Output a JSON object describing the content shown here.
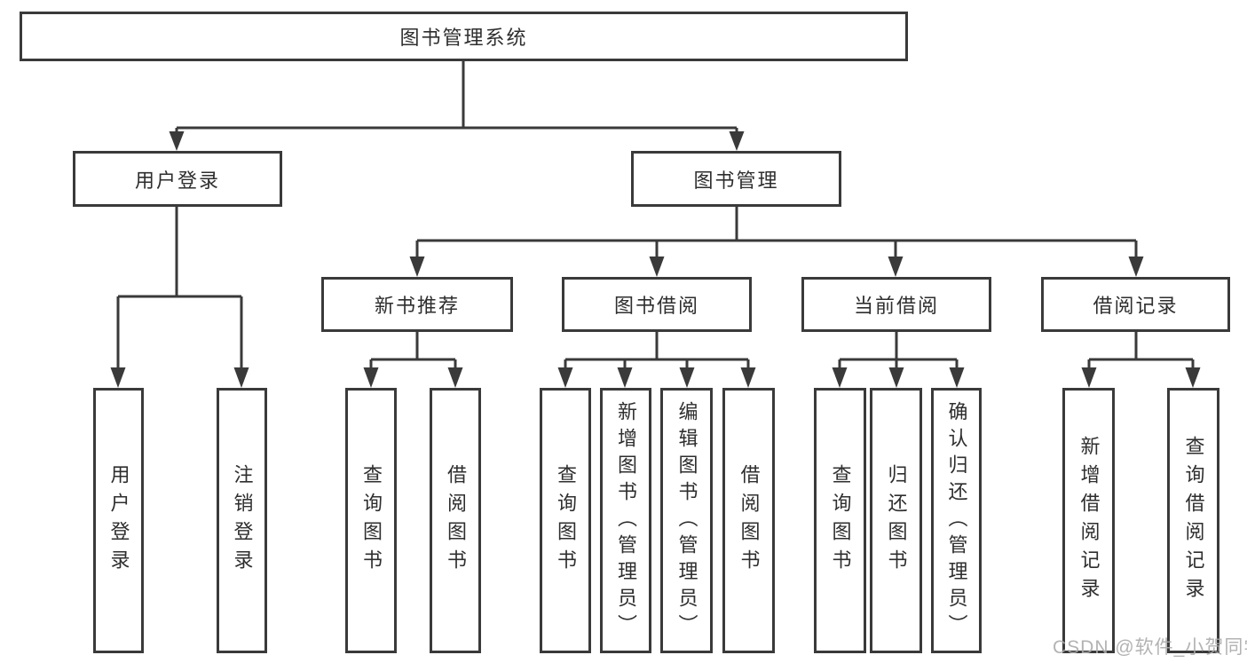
{
  "nodes": {
    "root": "图书管理系统",
    "user_login": "用户登录",
    "book_mgmt": "图书管理",
    "new_book_rec": "新书推荐",
    "book_borrow": "图书借阅",
    "current_borrow": "当前借阅",
    "borrow_records": "借阅记录",
    "ul_user_login": "用户登录",
    "ul_logout": "注销登录",
    "nb_query_book": "查询图书",
    "nb_borrow_book": "借阅图书",
    "bb_query_book": "查询图书",
    "bb_add_book": "新增图书（管理员）",
    "bb_edit_book": "编辑图书（管理员）",
    "bb_borrow_book": "借阅图书",
    "cb_query_book": "查询图书",
    "cb_return_book": "归还图书",
    "cb_confirm_return": "确认归还（管理员）",
    "br_add_record": "新增借阅记录",
    "br_query_record": "查询借阅记录"
  },
  "watermark": "CSDN @软件_小贺同学",
  "colors": {
    "line": "#3a3a3a",
    "text": "#2e2e2e",
    "watermark": "#ababab",
    "node_background": "#ffffff",
    "page_background": "#ffffff"
  }
}
